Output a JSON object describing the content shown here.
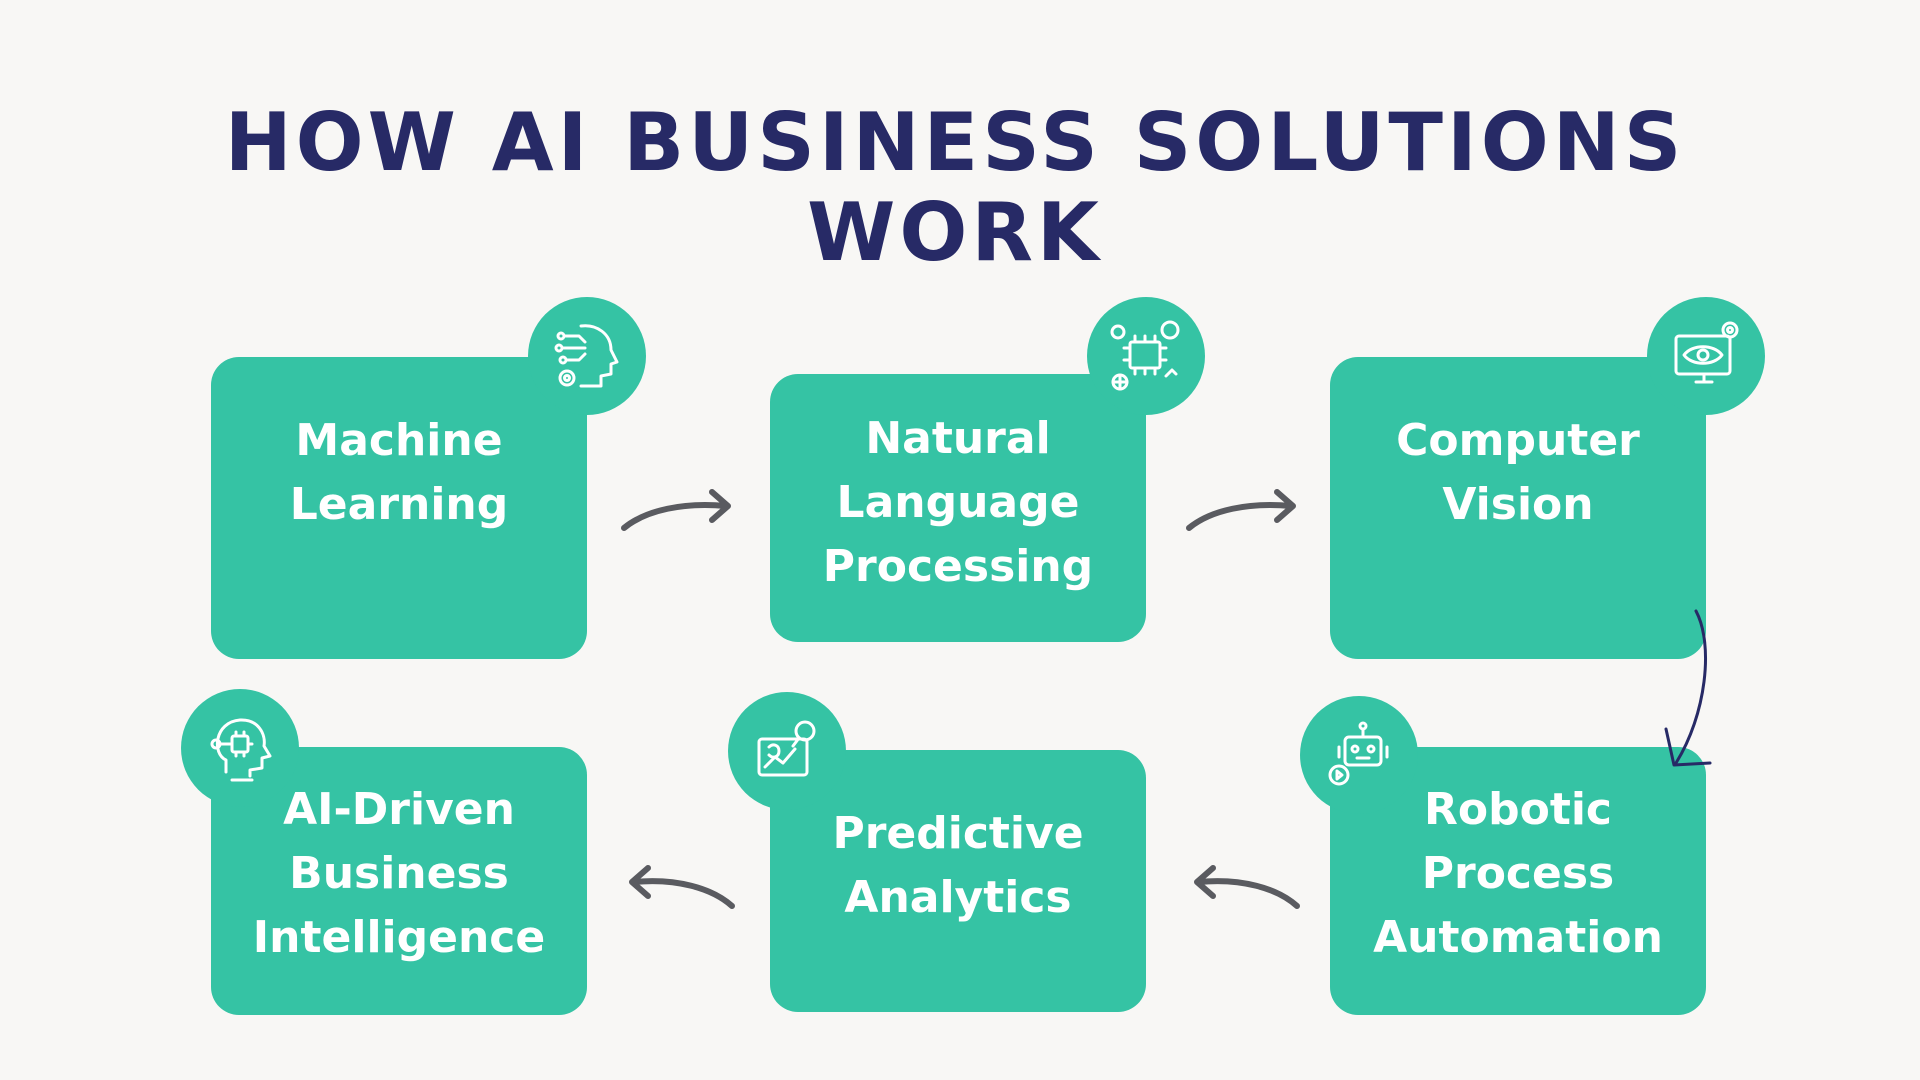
{
  "title": {
    "line1": "HOW AI BUSINESS SOLUTIONS",
    "line2": "WORK"
  },
  "colors": {
    "accent": "#35c3a4",
    "title": "#272a66",
    "arrow": "#5a5b60",
    "background": "#f8f7f5"
  },
  "steps": [
    {
      "lines": [
        "Machine",
        "Learning"
      ],
      "icon": "ai-head-circuit-icon"
    },
    {
      "lines": [
        "Natural",
        "Language",
        "Processing"
      ],
      "icon": "nlp-chip-icon"
    },
    {
      "lines": [
        "Computer",
        "Vision"
      ],
      "icon": "monitor-eye-icon"
    },
    {
      "lines": [
        "Robotic",
        "Process",
        "Automation"
      ],
      "icon": "robot-gear-icon"
    },
    {
      "lines": [
        "Predictive",
        "Analytics"
      ],
      "icon": "analytics-magnifier-icon"
    },
    {
      "lines": [
        "AI-Driven",
        "Business",
        "Intelligence"
      ],
      "icon": "brain-chip-head-icon"
    }
  ]
}
